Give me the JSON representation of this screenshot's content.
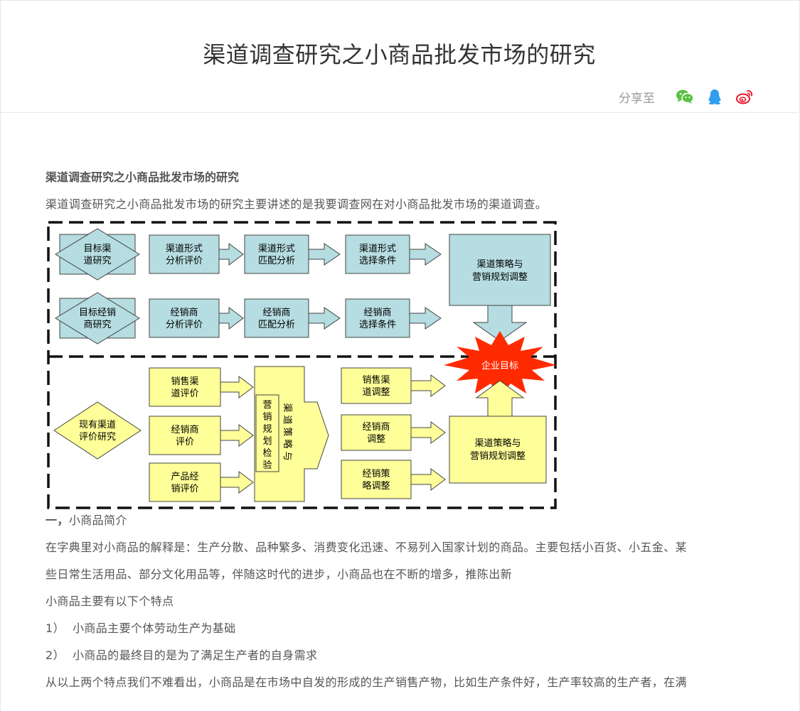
{
  "page": {
    "title": "渠道调查研究之小商品批发市场的研究",
    "share_label": "分享至"
  },
  "article": {
    "subtitle": "渠道调查研究之小商品批发市场的研究",
    "intro": "渠道调查研究之小商品批发市场的研究主要讲述的是我要调查网在对小商品批发市场的渠道调查。",
    "section1_prefix": "一，",
    "section1_title": "小商品简介",
    "p1_line1": "在字典里对小商品的解释是：生产分散、品种繁多、消费变化迅速、不易列入国家计划的商品。主要包括小百货、小五金、某",
    "p1_line2": "些日常生活用品、部分文化用品等，伴随这时代的进步，小商品也在不断的增多，推陈出新",
    "p2": "小商品主要有以下个特点",
    "item1_num": "1）",
    "item1": "小商品主要个体劳动生产为基础",
    "item2_num": "2）",
    "item2": "小商品的最终目的是为了满足生产者的自身需求",
    "p3": "从以上两个特点我们不难看出，小商品是在市场中自发的形成的生产销售产物，比如生产条件好，生产率较高的生产者，在满"
  },
  "diagram": {
    "diamond1_l1": "目标渠",
    "diamond1_l2": "道研究",
    "diamond2_l1": "目标经销",
    "diamond2_l2": "商研究",
    "box_r1c1_l1": "渠道形式",
    "box_r1c1_l2": "分析评价",
    "box_r1c2_l1": "渠道形式",
    "box_r1c2_l2": "匹配分析",
    "box_r1c3_l1": "渠道形式",
    "box_r1c3_l2": "选择条件",
    "box_r2c1_l1": "经销商",
    "box_r2c1_l2": "分析评价",
    "box_r2c2_l1": "经销商",
    "box_r2c2_l2": "匹配分析",
    "box_r2c3_l1": "经销商",
    "box_r2c3_l2": "选择条件",
    "strategy_top_l1": "渠道策略与",
    "strategy_top_l2": "营销规划调整",
    "starburst": "企业目标",
    "diamond3_l1": "现有渠道",
    "diamond3_l2": "评价研究",
    "eval1_l1": "销售渠",
    "eval1_l2": "道评价",
    "eval2_l1": "经销商",
    "eval2_l2": "评价",
    "eval3_l1": "产品经",
    "eval3_l2": "销评价",
    "vertical_inner": [
      "营",
      "销",
      "规",
      "划",
      "检",
      "验"
    ],
    "vertical_outer": [
      "渠",
      "道",
      "策",
      "略",
      "与"
    ],
    "adj1_l1": "销售渠",
    "adj1_l2": "道调整",
    "adj2_l1": "经销商",
    "adj2_l2": "调整",
    "adj3_l1": "经销策",
    "adj3_l2": "略调整",
    "strategy_bottom_l1": "渠道策略与",
    "strategy_bottom_l2": "营销规划调整"
  },
  "colors": {
    "teal": "#b6dde1",
    "yellow": "#ffff99",
    "burst": "#ff2a00",
    "wechat": "#5ac142",
    "qq": "#2f9df0",
    "weibo": "#e6162d"
  },
  "icons": [
    "wechat-icon",
    "qq-icon",
    "weibo-icon"
  ]
}
